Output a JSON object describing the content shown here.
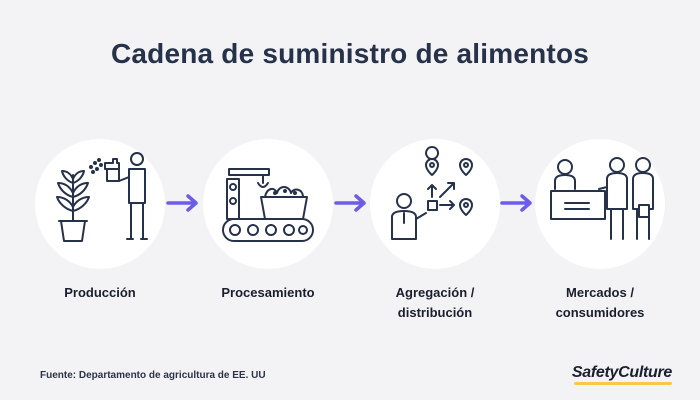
{
  "title": "Cadena de suministro de alimentos",
  "stages": [
    {
      "label_line1": "Producción",
      "label_line2": ""
    },
    {
      "label_line1": "Procesamiento",
      "label_line2": ""
    },
    {
      "label_line1": "Agregación /",
      "label_line2": "distribución"
    },
    {
      "label_line1": "Mercados /",
      "label_line2": "consumidores"
    }
  ],
  "source": "Fuente: Departamento de agricultura de EE. UU",
  "brand": "SafetyCulture",
  "colors": {
    "arrow": "#6c5ce7",
    "stroke": "#263249",
    "background": "#f3f3f5"
  },
  "icons": [
    "plant-spraying-icon",
    "factory-conveyor-icon",
    "distribution-network-icon",
    "market-consumers-icon"
  ]
}
